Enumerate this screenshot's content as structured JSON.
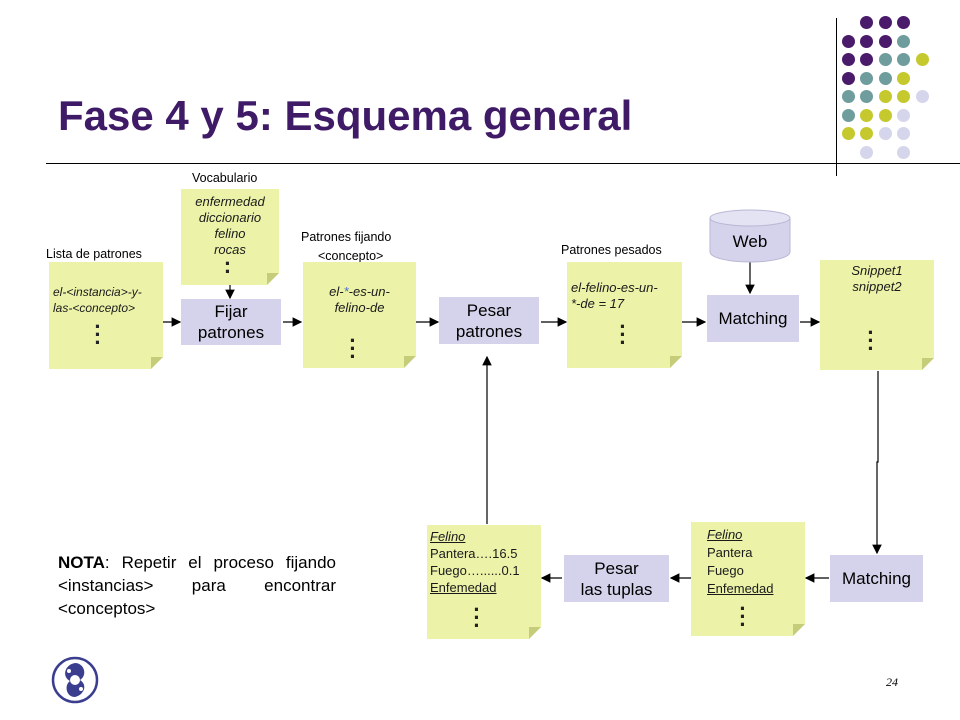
{
  "title": "Fase 4 y 5: Esquema general",
  "page_number": "24",
  "colors": {
    "title": "#3f1a66",
    "note_fill": "#ecf3a9",
    "box_fill": "#d4d3eb",
    "dot_purple": "#4a1a6b",
    "dot_teal": "#6f9c9c",
    "dot_yellow": "#c6c92d",
    "dot_lilac": "#d5d5ec"
  },
  "labels": {
    "vocabulario": "Vocabulario",
    "lista_patrones": "Lista de patrones",
    "patrones_fijando_1": "Patrones fijando",
    "patrones_fijando_2": "<concepto>",
    "patrones_pesados": "Patrones pesados"
  },
  "notes": {
    "vocab": [
      "enfermedad",
      "diccionario",
      "felino",
      "rocas"
    ],
    "lista": {
      "line1_a": "el-",
      "line1_b": "<instancia>",
      "line1_c": "-y-",
      "line2_a": "las-",
      "line2_b": "<concepto>"
    },
    "fijando": {
      "line1_a": "el-",
      "line1_star": "*",
      "line1_b": "-es-un-",
      "line2": "felino-de"
    },
    "pesados": {
      "line1": "el-felino-es-un-",
      "line2": "*-de = 17"
    },
    "snippets": [
      "Snippet1",
      "snippet2"
    ],
    "tuplas_in": [
      "Felino",
      "Pantera",
      "Fuego",
      "Enfemedad"
    ],
    "tuplas_out": [
      "Felino",
      "Pantera….16.5",
      "Fuego…......0.1",
      "Enfemedad"
    ]
  },
  "boxes": {
    "fijar": [
      "Fijar",
      "patrones"
    ],
    "pesar": [
      "Pesar",
      "patrones"
    ],
    "matching_top": "Matching",
    "matching_bottom": "Matching",
    "pesar_tuplas": [
      "Pesar",
      "las tuplas"
    ],
    "web": "Web"
  },
  "nota": {
    "bold": "NOTA",
    "text": ": Repetir el proceso fijando <instancias> para encontrar <conceptos>"
  }
}
